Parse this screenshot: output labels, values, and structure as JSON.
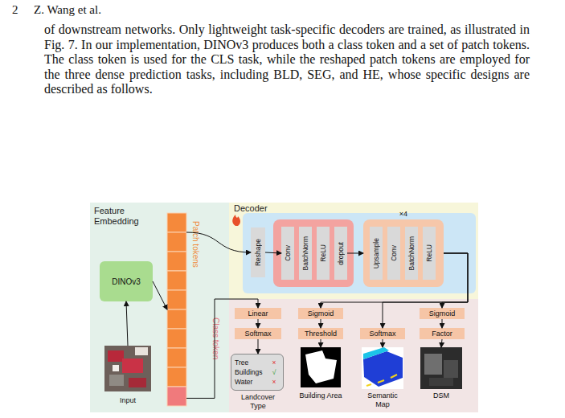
{
  "diagram": {
    "nodes": [
      {
        "text": [
          "Feature Embedding"
        ]
      },
      {
        "text": [
          "DINOv3"
        ],
        "in": 0
      },
      {
        "text": [
          "Input"
        ],
        "in": 0
      },
      {
        "text": [
          "Patch tokens",
          "Class token"
        ],
        "in": 0
      },
      {
        "text": [
          "Decoder"
        ]
      },
      {
        "text": [
          "Reshape"
        ],
        "in": 4
      },
      {
        "text": [
          "Conv"
        ],
        "in": 4
      },
      {
        "text": [
          "BatchNorm"
        ],
        "in": 4
      },
      {
        "text": [
          "ReLU"
        ],
        "in": 4
      },
      {
        "text": [
          "dropout"
        ],
        "in": 4
      },
      {
        "text": [
          "×4"
        ],
        "in": 4
      },
      {
        "text": [
          "Upsample"
        ],
        "in": 10
      },
      {
        "text": [
          "Conv"
        ],
        "in": 10
      },
      {
        "text": [
          "BatchNorm"
        ],
        "in": 10
      },
      {
        "text": [
          "ReLU"
        ],
        "in": 10
      },
      {
        "text": [
          "Linear"
        ]
      },
      {
        "text": [
          "Softmax"
        ]
      },
      {
        "text": [
          "Tree",
          "×",
          "Buildings",
          "√",
          "Water",
          "×",
          "Landcover Type"
        ]
      },
      {
        "text": [
          "Sigmoid"
        ]
      },
      {
        "text": [
          "Threshold"
        ]
      },
      {
        "text": [
          "Building Area"
        ]
      },
      {
        "text": [
          "Softmax"
        ]
      },
      {
        "text": [
          "Semantic Map"
        ]
      },
      {
        "text": [
          "Sigmoid"
        ]
      },
      {
        "text": [
          "Factor"
        ]
      },
      {
        "text": [
          "DSM"
        ]
      }
    ],
    "edges": [
      {
        "from": 2,
        "to": 1,
        "arrow": "to"
      },
      {
        "from": 1,
        "to": 3,
        "arrow": "to"
      },
      {
        "from": 3,
        "to": 5,
        "arrow": "to"
      },
      {
        "from": 3,
        "to": 15,
        "arrow": "to"
      },
      {
        "from": 5,
        "to": 6,
        "arrow": "to"
      },
      {
        "from": 9,
        "to": 10,
        "arrow": "to"
      },
      {
        "from": 10,
        "to": 18,
        "arrow": "to"
      },
      {
        "from": 10,
        "to": 21,
        "arrow": "to"
      },
      {
        "from": 10,
        "to": 23,
        "arrow": "to"
      },
      {
        "from": 15,
        "to": 16,
        "arrow": "to"
      },
      {
        "from": 16,
        "to": 17,
        "arrow": "to"
      },
      {
        "from": 18,
        "to": 19,
        "arrow": "to"
      },
      {
        "from": 19,
        "to": 20,
        "arrow": "to"
      },
      {
        "from": 21,
        "to": 22,
        "arrow": "to"
      },
      {
        "from": 23,
        "to": 24,
        "arrow": "to"
      },
      {
        "from": 24,
        "to": 25,
        "arrow": "to"
      }
    ],
    "labels": [
      "2",
      "Z. Wang et al.",
      "of downstream networks. Only lightweight task-specific decoders are trained, as illustrated in Fig. 7. In our implementation, DINOv3 produces both a class token and a set of patch tokens. The class token is used for the CLS task, while the reshaped patch tokens are employed for the three dense prediction tasks, including BLD, SEG, and HE, whose specific designs are described as follows."
    ]
  }
}
